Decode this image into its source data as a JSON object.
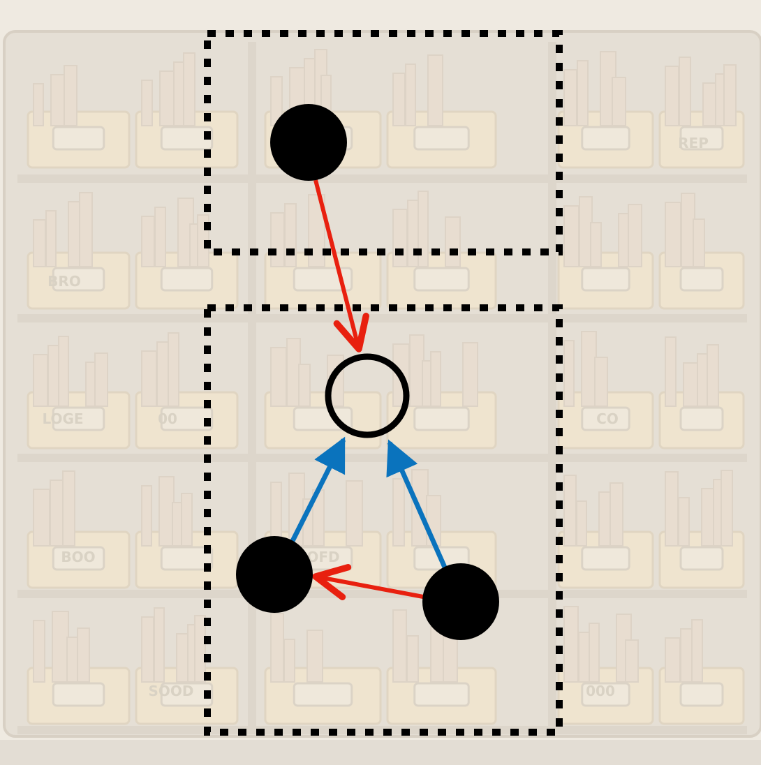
{
  "diagram": {
    "background": {
      "description_icon": "storage-shelf-with-bins",
      "colors": {
        "wall": "#efeae1",
        "shelf": "#ddd6cb",
        "bin": "#efe4cf",
        "book": "#e8ddd0"
      },
      "bin_labels": [
        "REP",
        "BRO",
        "LOGE",
        "00",
        "BOO",
        "OFD",
        "CO",
        "000",
        "SOOD"
      ]
    },
    "boxes": [
      {
        "id": "upper-box",
        "style": "dotted"
      },
      {
        "id": "lower-box",
        "style": "dotted"
      }
    ],
    "nodes": [
      {
        "id": "top",
        "fill": "#000000"
      },
      {
        "id": "middle",
        "fill": "none"
      },
      {
        "id": "bottom-left",
        "fill": "#000000"
      },
      {
        "id": "bottom-right",
        "fill": "#000000"
      }
    ],
    "edges": [
      {
        "from": "top",
        "to": "middle",
        "color": "#e8200f"
      },
      {
        "from": "bottom-left",
        "to": "middle",
        "color": "#0a73bd"
      },
      {
        "from": "bottom-right",
        "to": "middle",
        "color": "#0a73bd"
      },
      {
        "from": "bottom-right",
        "to": "bottom-left",
        "color": "#e8200f"
      }
    ]
  }
}
